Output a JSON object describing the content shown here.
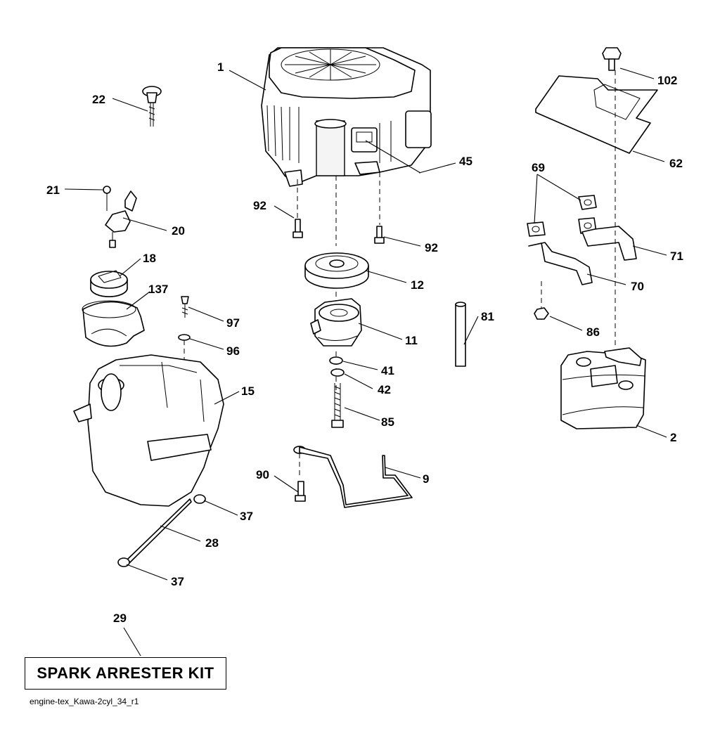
{
  "callouts": {
    "c1": "1",
    "c102": "102",
    "c22": "22",
    "c45": "45",
    "c62": "62",
    "c69": "69",
    "c21": "21",
    "c92a": "92",
    "c20": "20",
    "c92b": "92",
    "c71": "71",
    "c18": "18",
    "c12": "12",
    "c70": "70",
    "c137": "137",
    "c81": "81",
    "c97": "97",
    "c86": "86",
    "c11": "11",
    "c96": "96",
    "c41": "41",
    "c42": "42",
    "c15": "15",
    "c85": "85",
    "c2": "2",
    "c9": "9",
    "c90": "90",
    "c37a": "37",
    "c28": "28",
    "c37b": "37",
    "c29": "29"
  },
  "kit_label": "SPARK ARRESTER KIT",
  "file_name": "engine-tex_Kawa-2cyl_34_r1"
}
